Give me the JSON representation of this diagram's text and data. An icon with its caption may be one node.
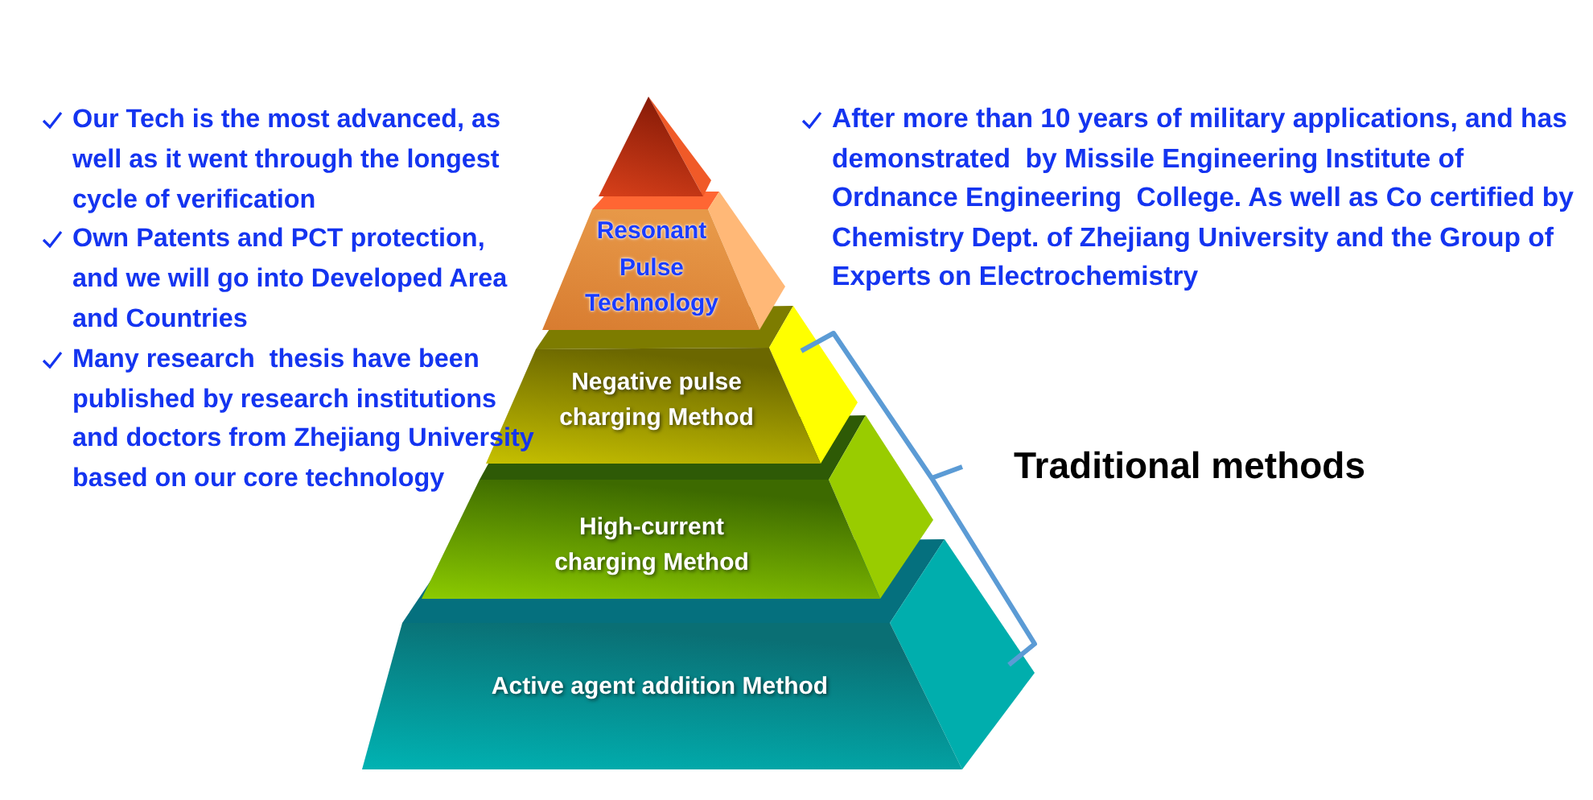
{
  "diagram": {
    "nodes": [
      {
        "text": [],
        "shape": "triangle"
      },
      {
        "text": [
          "Resonant Pulse Technology"
        ]
      },
      {
        "text": [
          "Negative pulse charging Method"
        ]
      },
      {
        "text": [
          "High-current charging Method"
        ]
      },
      {
        "text": [
          "Active agent addition Method"
        ]
      }
    ],
    "labels": [
      "Our Tech is the most advanced, as well as it went through the longest cycle of verification",
      "Own Patents and PCT protection, and we will go into Developed Area and Countries",
      "Many research  thesis have been published by research institutions and doctors from Zhejiang University based on our core technology",
      "After more than 10 years of military applications, and has demonstrated  by Missile Engineering Institute of Ordnance Engineering  College. As well as Co certified by Chemistry Dept. of Zhejiang University and the Group of Experts on Electrochemistry",
      "Traditional methods"
    ]
  }
}
